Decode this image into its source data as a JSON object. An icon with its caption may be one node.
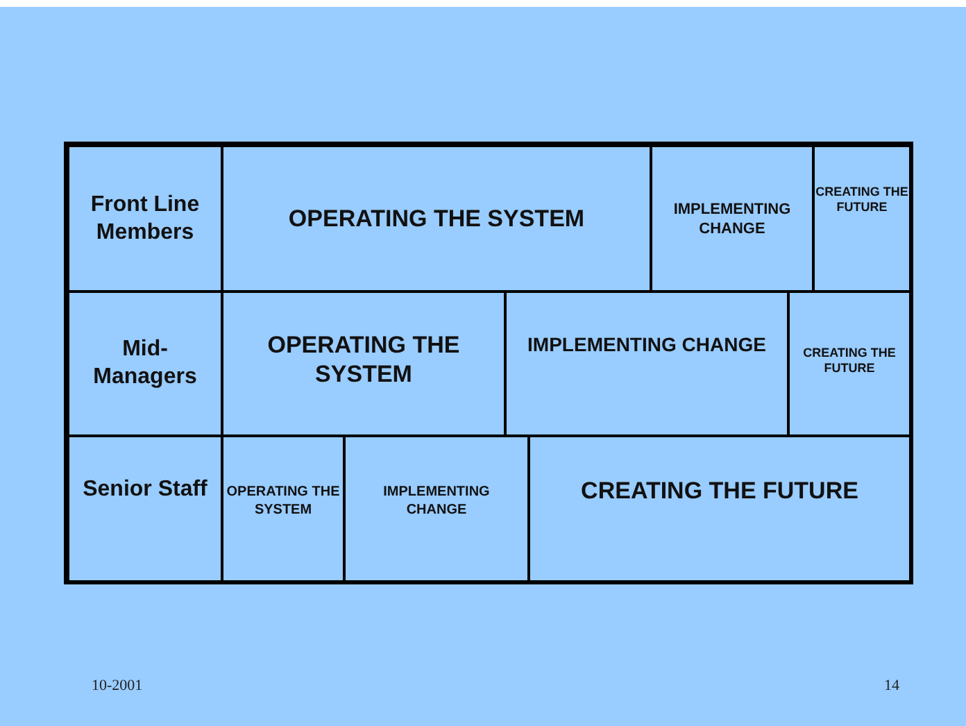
{
  "diagram": {
    "nodes": [
      {
        "text": [
          "Front Line Members"
        ]
      },
      {
        "text": [
          "OPERATING THE SYSTEM"
        ]
      },
      {
        "text": [
          "IMPLEMENTING CHANGE"
        ]
      },
      {
        "text": [
          "CREATING THE FUTURE"
        ]
      },
      {
        "text": [
          "Mid-Managers"
        ]
      },
      {
        "text": [
          "OPERATING THE SYSTEM"
        ]
      },
      {
        "text": [
          "IMPLEMENTING CHANGE"
        ]
      },
      {
        "text": [
          "CREATING THE FUTURE"
        ]
      },
      {
        "text": [
          "Senior Staff"
        ]
      },
      {
        "text": [
          "OPERATING THE SYSTEM"
        ]
      },
      {
        "text": [
          "IMPLEMENTING CHANGE"
        ]
      },
      {
        "text": [
          "CREATING THE FUTURE"
        ]
      }
    ],
    "labels": [
      "10-2001",
      "14"
    ]
  }
}
